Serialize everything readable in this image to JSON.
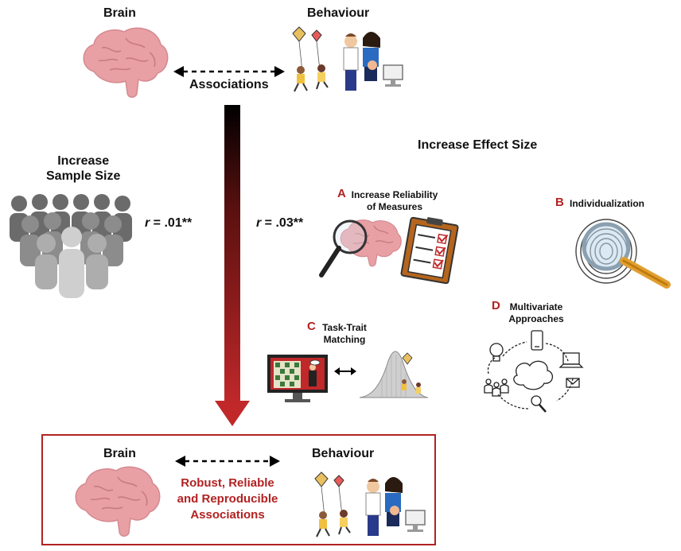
{
  "top": {
    "brain_label": "Brain",
    "behaviour_label": "Behaviour",
    "associations_label": "Associations"
  },
  "left": {
    "sample_size_line1": "Increase",
    "sample_size_line2": "Sample Size",
    "r_left_var": "r",
    "r_left_value": " = .01**",
    "r_right_var": "r",
    "r_right_value": " = .03**"
  },
  "effect": {
    "title": "Increase Effect Size",
    "a_letter": "A",
    "a_line1": "Increase Reliability",
    "a_line2": "of Measures",
    "b_letter": "B",
    "b_label": "Individualization",
    "c_letter": "C",
    "c_line1": "Task-Trait",
    "c_line2": "Matching",
    "d_letter": "D",
    "d_line1": "Multivariate",
    "d_line2": "Approaches"
  },
  "bottom": {
    "brain_label": "Brain",
    "behaviour_label": "Behaviour",
    "result_line1": "Robust, Reliable",
    "result_line2": "and Reproducible",
    "result_line3": "Associations"
  },
  "colors": {
    "accent_red": "#b22222",
    "brain_pink": "#e8a0a5",
    "arrow_top": "#000000",
    "arrow_bottom": "#c0282a"
  }
}
